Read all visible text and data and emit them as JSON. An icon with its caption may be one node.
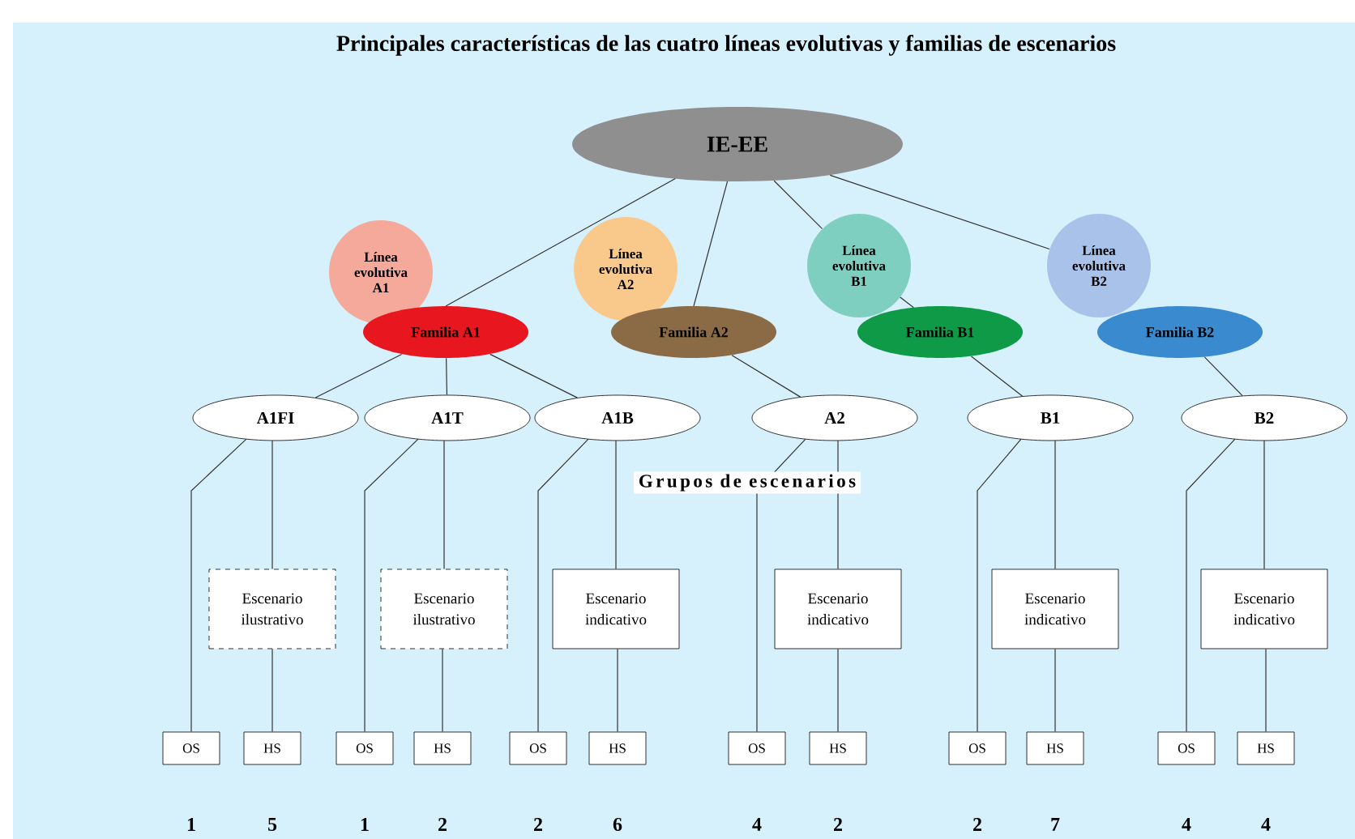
{
  "diagram": {
    "title": "Principales características de las cuatro líneas evolutivas y familias de escenarios",
    "nodes": [
      {
        "text": [
          "IE-EE"
        ]
      },
      {
        "text": [
          "Línea evolutiva A1"
        ]
      },
      {
        "text": [
          "Familia A1"
        ]
      },
      {
        "text": [
          "Línea evolutiva A2"
        ]
      },
      {
        "text": [
          "Familia A2"
        ]
      },
      {
        "text": [
          "Línea evolutiva B1"
        ]
      },
      {
        "text": [
          "Familia B1"
        ]
      },
      {
        "text": [
          "Línea evolutiva B2"
        ]
      },
      {
        "text": [
          "Familia B2"
        ]
      },
      {
        "text": [
          "A1FI"
        ]
      },
      {
        "text": [
          "A1T"
        ]
      },
      {
        "text": [
          "A1B"
        ]
      },
      {
        "text": [
          "A2"
        ]
      },
      {
        "text": [
          "B1"
        ]
      },
      {
        "text": [
          "B2"
        ]
      },
      {
        "text": [
          "Escenario ilustrativo"
        ]
      },
      {
        "text": [
          "Escenario ilustrativo"
        ]
      },
      {
        "text": [
          "Escenario indicativo"
        ]
      },
      {
        "text": [
          "Escenario indicativo"
        ]
      },
      {
        "text": [
          "Escenario indicativo"
        ]
      },
      {
        "text": [
          "Escenario indicativo"
        ]
      },
      {
        "text": [
          "OS"
        ]
      },
      {
        "text": [
          "HS"
        ]
      },
      {
        "text": [
          "OS"
        ]
      },
      {
        "text": [
          "HS"
        ]
      },
      {
        "text": [
          "OS"
        ]
      },
      {
        "text": [
          "HS"
        ]
      },
      {
        "text": [
          "OS"
        ]
      },
      {
        "text": [
          "HS"
        ]
      },
      {
        "text": [
          "OS"
        ]
      },
      {
        "text": [
          "HS"
        ]
      },
      {
        "text": [
          "OS"
        ]
      },
      {
        "text": [
          "HS"
        ]
      }
    ],
    "edges": [
      {
        "from": 0,
        "to": 2,
        "arrow": "none"
      },
      {
        "from": 0,
        "to": 4,
        "arrow": "none"
      },
      {
        "from": 0,
        "to": 5,
        "arrow": "none"
      },
      {
        "from": 5,
        "to": 6,
        "arrow": "none"
      },
      {
        "from": 0,
        "to": 7,
        "arrow": "none"
      },
      {
        "from": 2,
        "to": 9,
        "arrow": "none"
      },
      {
        "from": 2,
        "to": 10,
        "arrow": "none"
      },
      {
        "from": 2,
        "to": 11,
        "arrow": "none"
      },
      {
        "from": 4,
        "to": 12,
        "arrow": "none"
      },
      {
        "from": 6,
        "to": 13,
        "arrow": "none"
      },
      {
        "from": 8,
        "to": 14,
        "arrow": "none"
      },
      {
        "from": 9,
        "to": 21,
        "arrow": "none"
      },
      {
        "from": 9,
        "to": 15,
        "arrow": "none"
      },
      {
        "from": 15,
        "to": 22,
        "arrow": "none"
      },
      {
        "from": 10,
        "to": 23,
        "arrow": "none"
      },
      {
        "from": 10,
        "to": 16,
        "arrow": "none"
      },
      {
        "from": 16,
        "to": 24,
        "arrow": "none"
      },
      {
        "from": 11,
        "to": 25,
        "arrow": "none"
      },
      {
        "from": 11,
        "to": 17,
        "arrow": "none"
      },
      {
        "from": 17,
        "to": 26,
        "arrow": "none"
      },
      {
        "from": 12,
        "to": 27,
        "arrow": "none"
      },
      {
        "from": 12,
        "to": 18,
        "arrow": "none"
      },
      {
        "from": 18,
        "to": 28,
        "arrow": "none"
      },
      {
        "from": 13,
        "to": 29,
        "arrow": "none"
      },
      {
        "from": 13,
        "to": 19,
        "arrow": "none"
      },
      {
        "from": 19,
        "to": 30,
        "arrow": "none"
      },
      {
        "from": 14,
        "to": 31,
        "arrow": "none"
      },
      {
        "from": 14,
        "to": 20,
        "arrow": "none"
      },
      {
        "from": 20,
        "to": 32,
        "arrow": "none"
      }
    ],
    "labels": [
      "Grupos de escenarios",
      "1",
      "5",
      "1",
      "2",
      "2",
      "6",
      "4",
      "2",
      "2",
      "7",
      "4",
      "4"
    ]
  }
}
